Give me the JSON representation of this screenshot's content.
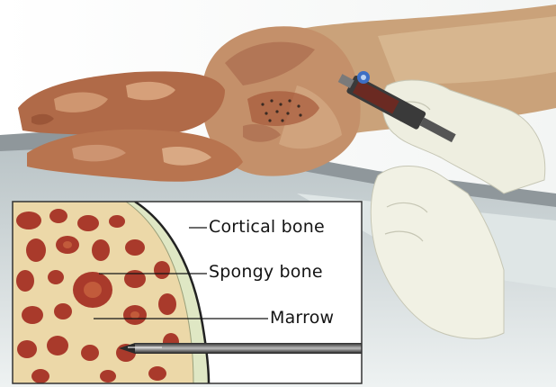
{
  "labels": {
    "cortical_bone": "Cortical bone",
    "spongy_bone": "Spongy bone",
    "marrow": "Marrow"
  },
  "icons": [
    "patient-figure-icon",
    "gloved-hand-icon",
    "syringe-icon",
    "biopsy-needle-icon"
  ],
  "colors": {
    "skin": "#c9956a",
    "patch": "#a7583a",
    "cortical": "#dfe7c4",
    "spongy": "#ecd8a8",
    "marrow": "#a93a2b",
    "glove": "#eeeee0",
    "table": "#8d9599"
  }
}
